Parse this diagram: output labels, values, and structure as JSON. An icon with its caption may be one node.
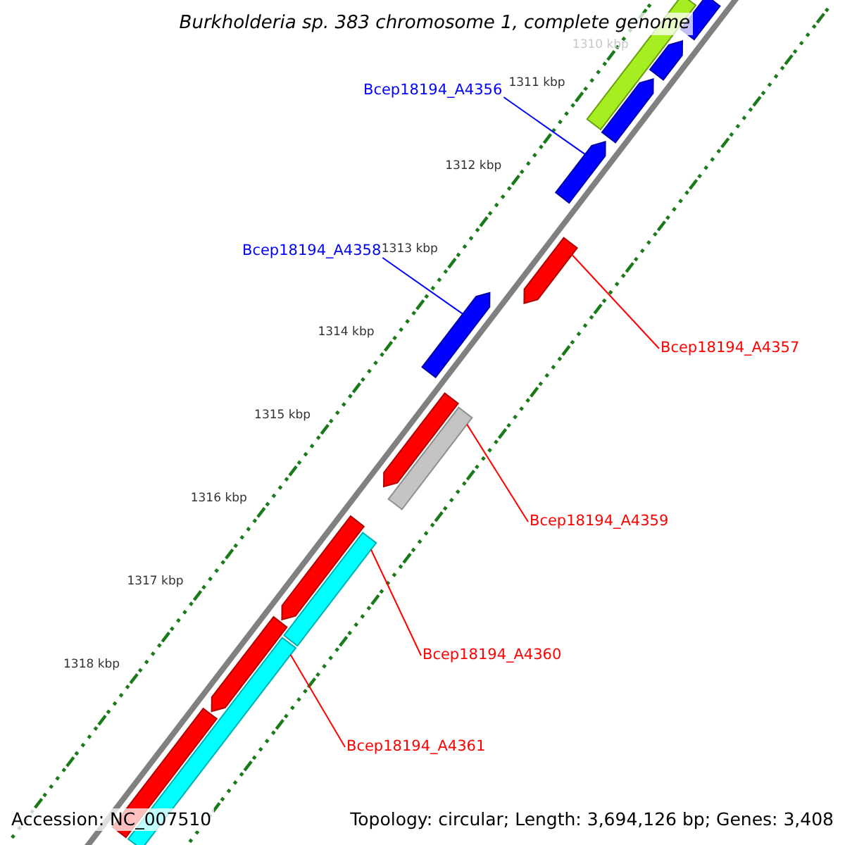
{
  "diagram": {
    "title": "Burkholderia sp. 383 chromosome 1, complete genome",
    "nodes": [
      {
        "text": [
          "Bcep18194_A4356"
        ]
      },
      {
        "text": [],
        "shape": "arrow"
      },
      {
        "text": [],
        "shape": "arrow"
      },
      {
        "text": [],
        "shape": "arrow"
      },
      {
        "text": [],
        "shape": "arrow"
      },
      {
        "text": [],
        "shape": "arrow"
      },
      {
        "text": [
          "Bcep18194_A4358"
        ]
      },
      {
        "text": [],
        "shape": "arrow"
      },
      {
        "text": [
          "Bcep18194_A4357"
        ]
      },
      {
        "text": [],
        "shape": "arrow"
      },
      {
        "text": [],
        "shape": "arrow"
      },
      {
        "text": [],
        "shape": "arrow"
      },
      {
        "text": [
          "Bcep18194_A4359"
        ]
      },
      {
        "text": [],
        "shape": "arrow"
      },
      {
        "text": [],
        "shape": "arrow"
      },
      {
        "text": [
          "Bcep18194_A4360"
        ]
      },
      {
        "text": [],
        "shape": "arrow"
      },
      {
        "text": [],
        "shape": "arrow"
      },
      {
        "text": [
          "Bcep18194_A4361"
        ]
      },
      {
        "text": [],
        "shape": "arrow"
      }
    ],
    "edges": [
      {
        "from": 0,
        "to": 5,
        "arrow": "none",
        "color": "#0000ff"
      },
      {
        "from": 6,
        "to": 9,
        "arrow": "none",
        "color": "#0000ff"
      },
      {
        "from": 8,
        "to": 7,
        "arrow": "none"
      },
      {
        "from": 12,
        "to": 11,
        "arrow": "none"
      },
      {
        "from": 15,
        "to": 14,
        "arrow": "none"
      },
      {
        "from": 18,
        "to": 17,
        "arrow": "none"
      }
    ],
    "labels": [
      "1310 kbp",
      "1311 kbp",
      "1312 kbp",
      "1313 kbp",
      "1314 kbp",
      "1315 kbp",
      "1316 kbp",
      "1317 kbp",
      "1318 kbp",
      "Accession: NC_007510",
      "Topology: circular; Length: 3,694,126 bp; Genes: 3,408"
    ]
  }
}
